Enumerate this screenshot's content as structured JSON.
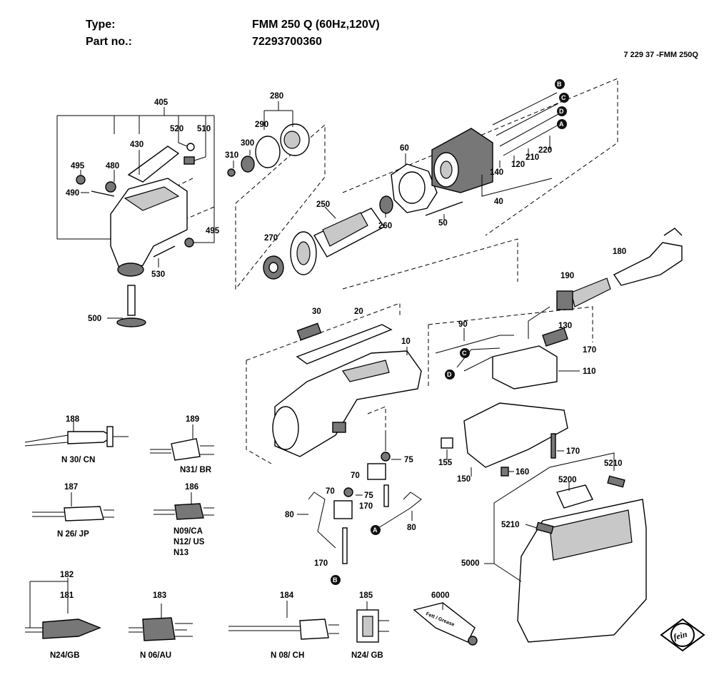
{
  "header": {
    "type_label": "Type:",
    "type_value": "FMM 250 Q (60Hz,120V)",
    "part_label": "Part no.:",
    "part_value": "72293700360",
    "doc_ref": "7 229 37 -FMM 250Q"
  },
  "callouts": {
    "c405": "405",
    "c520": "520",
    "c510": "510",
    "c430": "430",
    "c495a": "495",
    "c480": "480",
    "c490": "490",
    "c495b": "495",
    "c530": "530",
    "c500": "500",
    "c280": "280",
    "c290": "290",
    "c300": "300",
    "c310": "310",
    "c60": "60",
    "c250": "250",
    "c260": "260",
    "c270": "270",
    "c50": "50",
    "c40": "40",
    "c140": "140",
    "c120": "120",
    "c210": "210",
    "c220": "220",
    "c180": "180",
    "c190": "190",
    "c30": "30",
    "c20": "20",
    "c10": "10",
    "c90": "90",
    "c130": "130",
    "c170a": "170",
    "c110": "110",
    "c155": "155",
    "c150": "150",
    "c160": "160",
    "c170b": "170",
    "c5210a": "5210",
    "c5200": "5200",
    "c5210b": "5210",
    "c5000": "5000",
    "c75a": "75",
    "c70a": "70",
    "c70b": "70",
    "c75b": "75",
    "c170c": "170",
    "c80a": "80",
    "c80b": "80",
    "c170d": "170",
    "c188": "188",
    "c189": "189",
    "c187": "187",
    "c186": "186",
    "c182": "182",
    "c181": "181",
    "c183": "183",
    "c184": "184",
    "c185": "185",
    "c6000": "6000"
  },
  "plug_captions": {
    "n30": "N 30/ CN",
    "n31": "N31/ BR",
    "n26": "N 26/ JP",
    "n09": "N09/CA",
    "n12": "N12/ US",
    "n13": "N13",
    "n24a": "N24/GB",
    "n06": "N 06/AU",
    "n08": "N 08/ CH",
    "n24b": "N24/ GB"
  },
  "markers": {
    "top_b": "B",
    "top_c": "C",
    "top_d": "D",
    "top_a": "A",
    "mid_c": "C",
    "mid_d": "D",
    "low_a": "A",
    "low_b": "B"
  },
  "tube_text": "Fett / Grease",
  "logo": "fein"
}
